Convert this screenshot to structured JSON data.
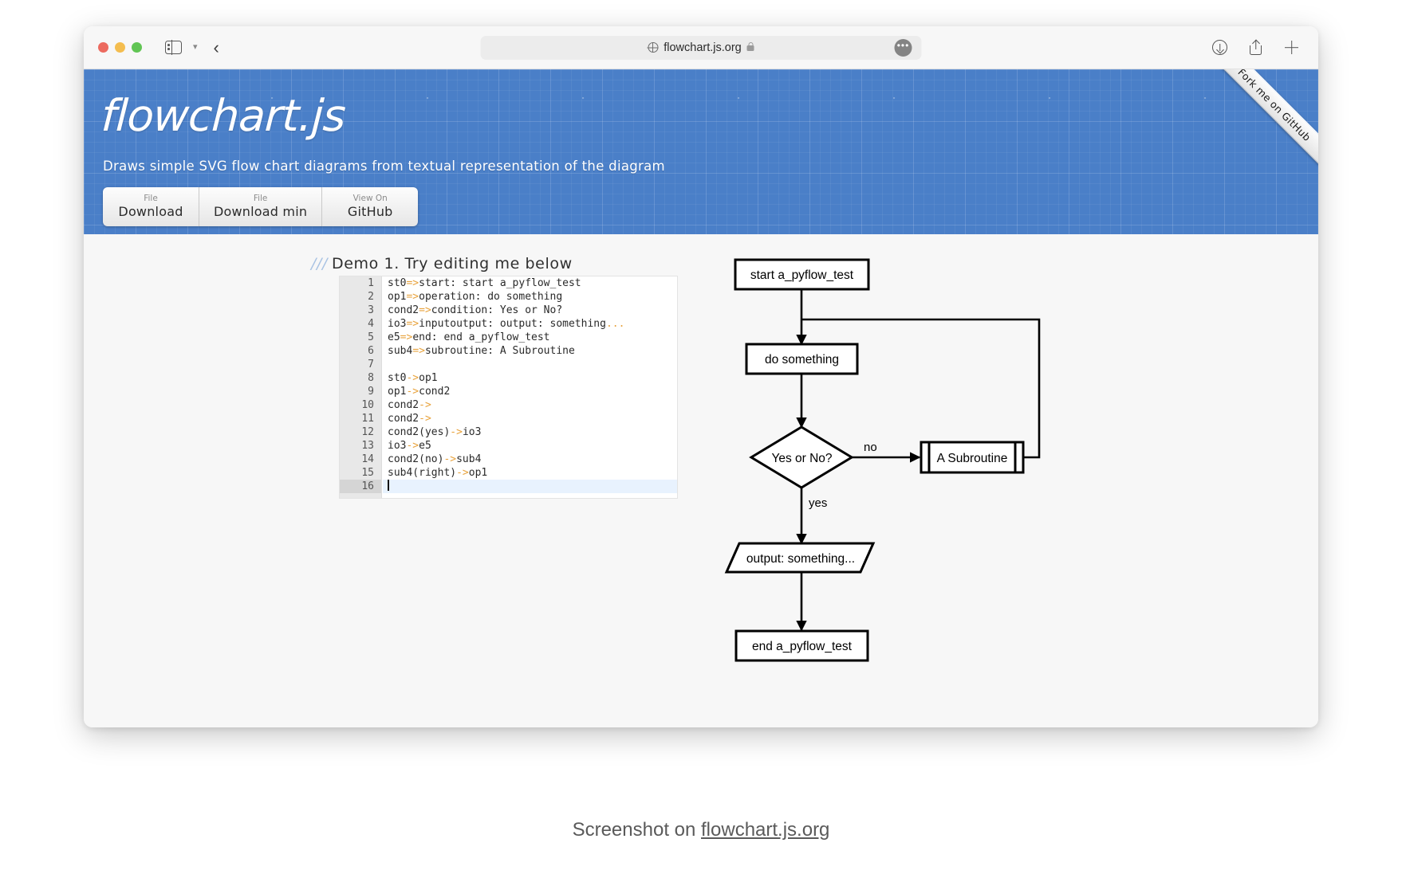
{
  "browser": {
    "url": "flowchart.js.org",
    "window_controls": [
      "close",
      "minimize",
      "zoom"
    ],
    "icons": {
      "sidebar": "sidebar-icon",
      "chevron": "chevron-down-icon",
      "back": "back-chevron-icon",
      "globe": "globe-icon",
      "lock": "lock-icon",
      "ellipsis": "ellipsis-icon",
      "download": "download-icon",
      "share": "share-icon",
      "plus": "new-tab-icon"
    },
    "ellipsis_label": "•••"
  },
  "hero": {
    "title": "flowchart.js",
    "subtitle": "Draws simple SVG flow chart diagrams from textual representation of the diagram",
    "accent_color": "#4a7fc8",
    "ribbon": "Fork me on GitHub",
    "buttons": [
      {
        "top": "File",
        "main": "Download"
      },
      {
        "top": "File",
        "main": "Download min"
      },
      {
        "top": "View On",
        "main": "GitHub"
      }
    ]
  },
  "demo": {
    "slashes": "///",
    "heading": "Demo 1. Try editing me below",
    "editor": {
      "line_numbers": [
        "1",
        "2",
        "3",
        "4",
        "5",
        "6",
        "7",
        "8",
        "9",
        "10",
        "11",
        "12",
        "13",
        "14",
        "15",
        "16"
      ],
      "active_line": 16,
      "lines": [
        {
          "n": 1,
          "pre": "st0",
          "op": "=>",
          "post": "start: start a_pyflow_test"
        },
        {
          "n": 2,
          "pre": "op1",
          "op": "=>",
          "post": "operation: do something"
        },
        {
          "n": 3,
          "pre": "cond2",
          "op": "=>",
          "post": "condition: Yes or No?"
        },
        {
          "n": 4,
          "pre": "io3",
          "op": "=>",
          "post": "inputoutput: output: something",
          "tail": "..."
        },
        {
          "n": 5,
          "pre": "e5",
          "op": "=>",
          "post": "end: end a_pyflow_test"
        },
        {
          "n": 6,
          "pre": "sub4",
          "op": "=>",
          "post": "subroutine: A Subroutine"
        },
        {
          "n": 7,
          "pre": "",
          "op": "",
          "post": ""
        },
        {
          "n": 8,
          "pre": "st0",
          "op": "->",
          "post": "op1"
        },
        {
          "n": 9,
          "pre": "op1",
          "op": "->",
          "post": "cond2"
        },
        {
          "n": 10,
          "pre": "cond2",
          "op": "->",
          "post": ""
        },
        {
          "n": 11,
          "pre": "cond2",
          "op": "->",
          "post": ""
        },
        {
          "n": 12,
          "pre": "cond2(yes)",
          "op": "->",
          "post": "io3"
        },
        {
          "n": 13,
          "pre": "io3",
          "op": "->",
          "post": "e5"
        },
        {
          "n": 14,
          "pre": "cond2(no)",
          "op": "->",
          "post": "sub4"
        },
        {
          "n": 15,
          "pre": "sub4(right)",
          "op": "->",
          "post": "op1"
        },
        {
          "n": 16,
          "pre": "",
          "op": "",
          "post": ""
        }
      ]
    }
  },
  "chart_data": {
    "type": "diagram",
    "title": "flowchart.js rendered diagram",
    "nodes": [
      {
        "id": "st0",
        "shape": "start",
        "label": "start a_pyflow_test"
      },
      {
        "id": "op1",
        "shape": "operation",
        "label": "do something"
      },
      {
        "id": "cond2",
        "shape": "condition",
        "label": "Yes or No?"
      },
      {
        "id": "sub4",
        "shape": "subroutine",
        "label": "A Subroutine"
      },
      {
        "id": "io3",
        "shape": "inputoutput",
        "label": "output: something..."
      },
      {
        "id": "e5",
        "shape": "end",
        "label": "end a_pyflow_test"
      }
    ],
    "edges": [
      {
        "from": "st0",
        "to": "op1",
        "label": ""
      },
      {
        "from": "op1",
        "to": "cond2",
        "label": ""
      },
      {
        "from": "cond2",
        "to": "sub4",
        "label": "no"
      },
      {
        "from": "cond2",
        "to": "io3",
        "label": "yes"
      },
      {
        "from": "sub4",
        "to": "op1",
        "label": ""
      },
      {
        "from": "io3",
        "to": "e5",
        "label": ""
      }
    ],
    "edge_labels": {
      "no": "no",
      "yes": "yes"
    },
    "stroke_color": "#000000",
    "fill_color": "#ffffff"
  },
  "footer": {
    "prefix": "Screenshot on ",
    "link": "flowchart.js.org"
  }
}
